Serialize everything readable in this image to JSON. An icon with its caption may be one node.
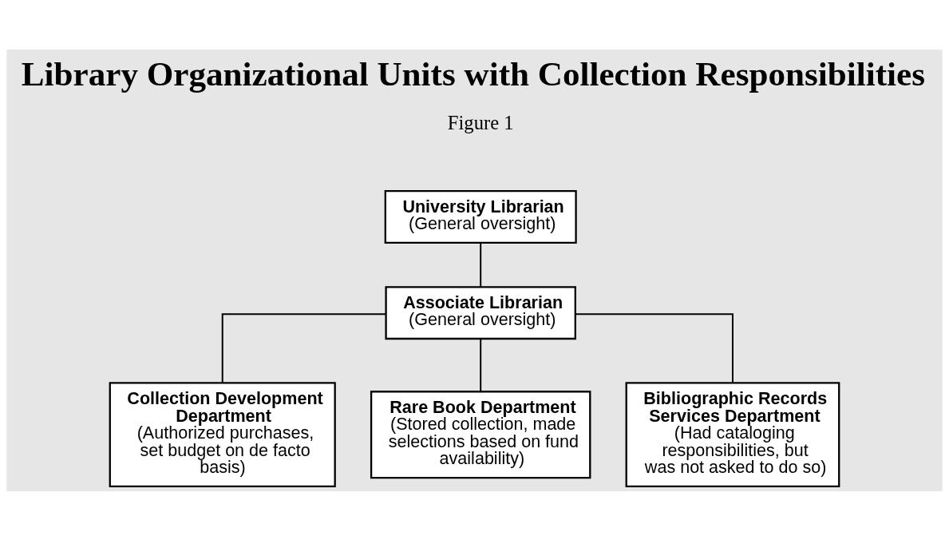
{
  "diagram": {
    "title": "Library Organizational Units with Collection Responsibilities",
    "nodes": [
      {
        "text": [
          "University Librarian",
          "(General oversight)"
        ]
      },
      {
        "text": [
          "Associate Librarian",
          "(General oversight)"
        ]
      },
      {
        "text": [
          "Collection Development Department",
          "(Authorized purchases, set budget on de facto basis)"
        ]
      },
      {
        "text": [
          "Rare Book Department",
          "(Stored collection, made selections based on fund availability)"
        ]
      },
      {
        "text": [
          "Bibliographic Records Services Department",
          "(Had cataloging responsibilities, but was not asked to do so)"
        ]
      }
    ],
    "edges": [
      {
        "from": 0,
        "to": 1,
        "arrow": "none"
      },
      {
        "from": 1,
        "to": 2,
        "arrow": "none"
      },
      {
        "from": 1,
        "to": 3,
        "arrow": "none"
      },
      {
        "from": 1,
        "to": 4,
        "arrow": "none"
      }
    ],
    "labels": [
      "Figure 1"
    ]
  }
}
